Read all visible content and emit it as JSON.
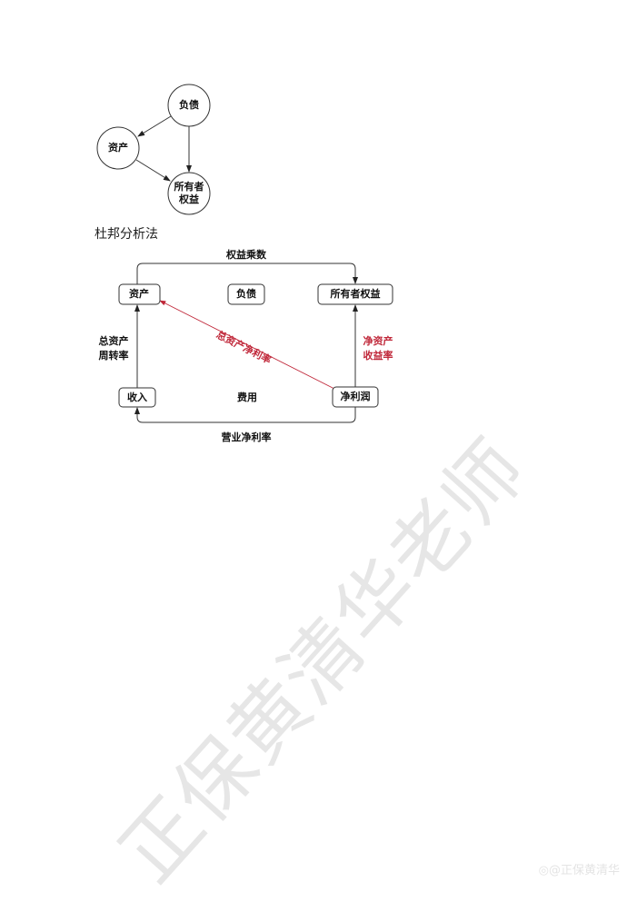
{
  "triangle": {
    "liabilities": "负债",
    "assets": "资产",
    "equity_line1": "所有者",
    "equity_line2": "权益"
  },
  "heading": "杜邦分析法",
  "dupont": {
    "assets": "资产",
    "liabilities": "负债",
    "equity": "所有者权益",
    "revenue": "收入",
    "expenses": "费用",
    "net_profit": "净利润",
    "equity_multiplier": "权益乘数",
    "asset_turnover_line1": "总资产",
    "asset_turnover_line2": "周转率",
    "roa": "总资产净利率",
    "roe_line1": "净资产",
    "roe_line2": "收益率",
    "net_margin": "营业净利率"
  },
  "colors": {
    "accent_red": "#c0283a"
  },
  "watermark": "正保黄清华老师",
  "credit": "@正保黄清华"
}
